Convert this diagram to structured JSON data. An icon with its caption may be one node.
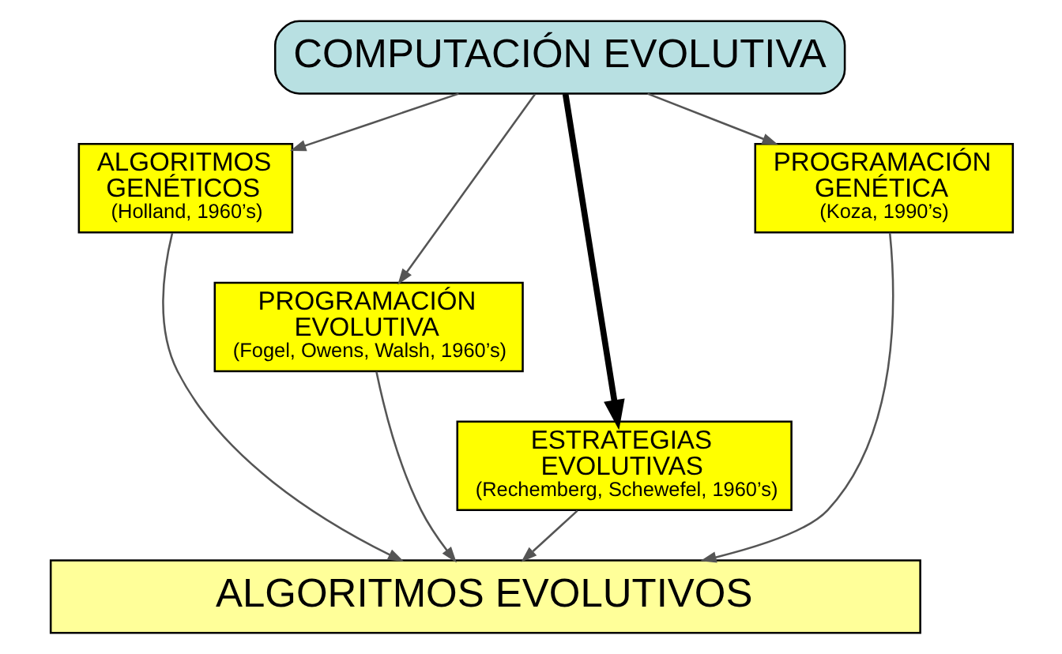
{
  "diagram": {
    "nodes": [
      {
        "text": [
          "COMPUTACIÓN EVOLUTIVA"
        ]
      },
      {
        "text": [
          "ALGORITMOS GENÉTICOS",
          "(Holland, 1960’s)"
        ]
      },
      {
        "text": [
          "PROGRAMACIÓN GENÉTICA",
          "(Koza, 1990’s)"
        ]
      },
      {
        "text": [
          "PROGRAMACIÓN EVOLUTIVA",
          "(Fogel, Owens, Walsh, 1960’s)"
        ]
      },
      {
        "text": [
          "ESTRATEGIAS EVOLUTIVAS",
          "(Rechemberg, Schewefel, 1960’s)"
        ]
      },
      {
        "text": [
          "ALGORITMOS EVOLUTIVOS"
        ]
      }
    ],
    "edges": [
      {
        "from": 0,
        "to": 1,
        "arrow": "to"
      },
      {
        "from": 0,
        "to": 3,
        "arrow": "to"
      },
      {
        "from": 0,
        "to": 4,
        "arrow": "to",
        "style": "thick"
      },
      {
        "from": 0,
        "to": 2,
        "arrow": "to"
      },
      {
        "from": 1,
        "to": 5,
        "arrow": "to"
      },
      {
        "from": 3,
        "to": 5,
        "arrow": "to"
      },
      {
        "from": 4,
        "to": 5,
        "arrow": "to"
      },
      {
        "from": 2,
        "to": 5,
        "arrow": "to"
      }
    ]
  }
}
